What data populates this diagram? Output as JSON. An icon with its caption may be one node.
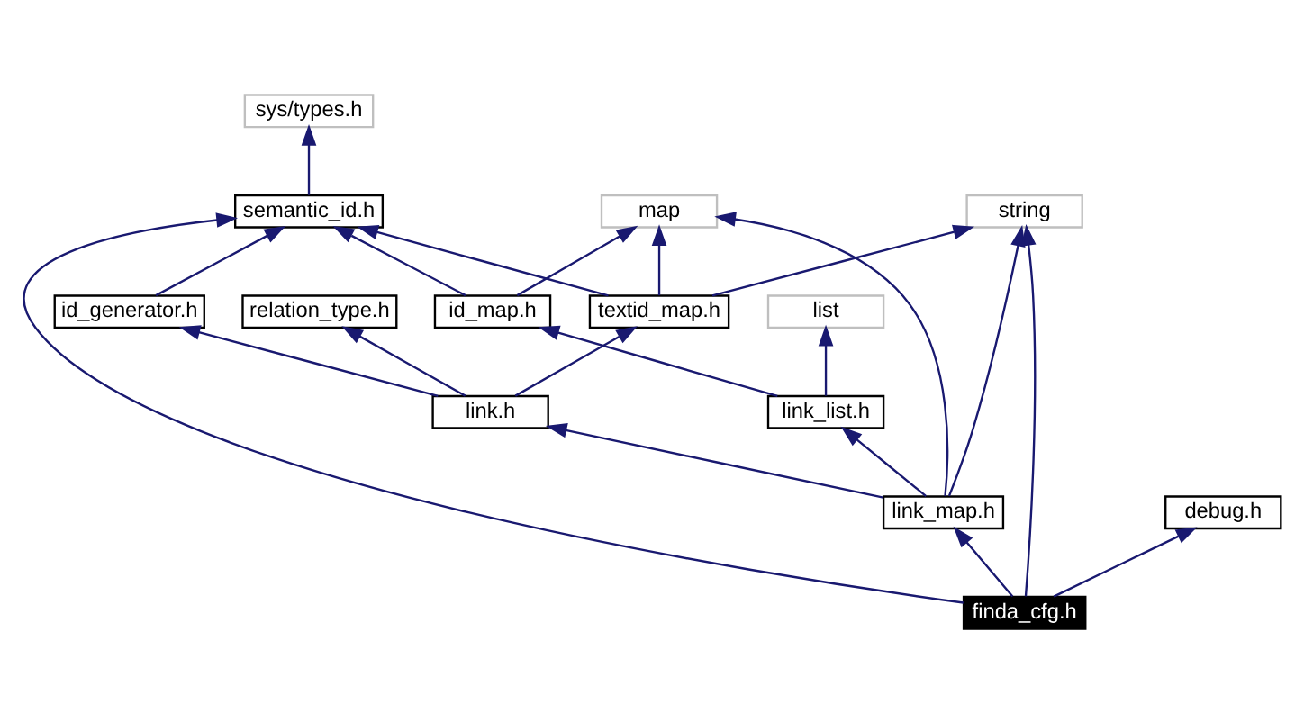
{
  "diagram": {
    "nodes": [
      {
        "text": [
          "sys/types.h"
        ]
      },
      {
        "text": [
          "semantic_id.h"
        ]
      },
      {
        "text": [
          "map"
        ]
      },
      {
        "text": [
          "string"
        ]
      },
      {
        "text": [
          "list"
        ]
      },
      {
        "text": [
          "id_generator.h"
        ]
      },
      {
        "text": [
          "id_map.h"
        ]
      },
      {
        "text": [
          "textid_map.h"
        ]
      },
      {
        "text": [
          "relation_type.h"
        ]
      },
      {
        "text": [
          "link_list.h"
        ]
      },
      {
        "text": [
          "link.h"
        ]
      },
      {
        "text": [
          "link_map.h"
        ]
      },
      {
        "text": [
          "debug.h"
        ]
      },
      {
        "text": [
          "finda_cfg.h"
        ]
      }
    ],
    "edges": [
      {
        "from": 1,
        "to": 0,
        "arrow": "to"
      },
      {
        "from": 13,
        "to": 1,
        "arrow": "to"
      },
      {
        "from": 5,
        "to": 1,
        "arrow": "to"
      },
      {
        "from": 6,
        "to": 1,
        "arrow": "to"
      },
      {
        "from": 7,
        "to": 1,
        "arrow": "to"
      },
      {
        "from": 6,
        "to": 2,
        "arrow": "to"
      },
      {
        "from": 7,
        "to": 2,
        "arrow": "to"
      },
      {
        "from": 11,
        "to": 2,
        "arrow": "to"
      },
      {
        "from": 7,
        "to": 3,
        "arrow": "to"
      },
      {
        "from": 11,
        "to": 3,
        "arrow": "to"
      },
      {
        "from": 13,
        "to": 3,
        "arrow": "to"
      },
      {
        "from": 9,
        "to": 4,
        "arrow": "to"
      },
      {
        "from": 9,
        "to": 6,
        "arrow": "to"
      },
      {
        "from": 10,
        "to": 5,
        "arrow": "to"
      },
      {
        "from": 10,
        "to": 7,
        "arrow": "to"
      },
      {
        "from": 10,
        "to": 8,
        "arrow": "to"
      },
      {
        "from": 11,
        "to": 9,
        "arrow": "to"
      },
      {
        "from": 11,
        "to": 10,
        "arrow": "to"
      },
      {
        "from": 13,
        "to": 11,
        "arrow": "to"
      },
      {
        "from": 13,
        "to": 12,
        "arrow": "to"
      }
    ]
  }
}
